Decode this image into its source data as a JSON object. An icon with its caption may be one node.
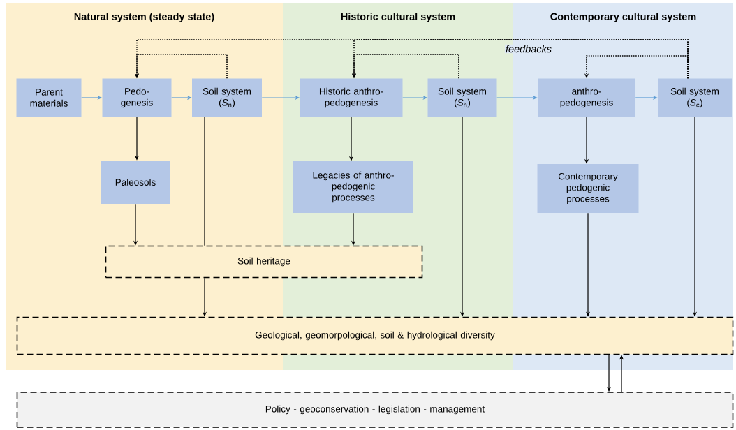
{
  "diagram": {
    "nodes": [
      {
        "text": [
          "Natural system (steady state)"
        ]
      },
      {
        "text": [
          "Parent materials"
        ],
        "in": 0
      },
      {
        "text": [
          "Pedo- genesis"
        ],
        "in": 0
      },
      {
        "text": [
          "Soil system (*S*$_{n}$)"
        ],
        "in": 0
      },
      {
        "text": [
          "Paleosols"
        ],
        "in": 0
      },
      {
        "text": [
          "Historic cultural system"
        ]
      },
      {
        "text": [
          "Historic anthro- pedogenesis"
        ],
        "in": 5
      },
      {
        "text": [
          "Soil system (*S*$_{h}$)"
        ],
        "in": 5
      },
      {
        "text": [
          "Legacies of anthro- pedogenic processes"
        ],
        "in": 5
      },
      {
        "text": [
          "Contemporary cultural system"
        ]
      },
      {
        "text": [
          "anthro- pedogenesis"
        ],
        "in": 9
      },
      {
        "text": [
          "Soil system (*S*$_{c}$)"
        ],
        "in": 9
      },
      {
        "text": [
          "Contemporary pedogenic processes"
        ],
        "in": 9
      },
      {
        "text": [
          "Soil heritage"
        ]
      },
      {
        "text": [
          "Geological, geomorpological, soil & hydrological diversity"
        ]
      },
      {
        "text": [
          "Policy - geoconservation - legislation - management"
        ]
      }
    ],
    "edges": [
      {
        "from": 1,
        "to": 2,
        "arrow": "to",
        "color": "#5b9bd5"
      },
      {
        "from": 2,
        "to": 3,
        "arrow": "to",
        "color": "#5b9bd5"
      },
      {
        "from": 3,
        "to": 6,
        "arrow": "to",
        "color": "#5b9bd5"
      },
      {
        "from": 6,
        "to": 7,
        "arrow": "to",
        "color": "#5b9bd5"
      },
      {
        "from": 7,
        "to": 10,
        "arrow": "to",
        "color": "#5b9bd5"
      },
      {
        "from": 10,
        "to": 11,
        "arrow": "to",
        "color": "#5b9bd5"
      },
      {
        "from": 2,
        "to": 4,
        "arrow": "to"
      },
      {
        "from": 6,
        "to": 8,
        "arrow": "to"
      },
      {
        "from": 10,
        "to": 12,
        "arrow": "to"
      },
      {
        "from": 4,
        "to": 13,
        "arrow": "to"
      },
      {
        "from": 3,
        "to": 13,
        "arrow": "none"
      },
      {
        "from": 8,
        "to": 13,
        "arrow": "to"
      },
      {
        "from": 13,
        "to": 14,
        "arrow": "to"
      },
      {
        "from": 7,
        "to": 14,
        "arrow": "to"
      },
      {
        "from": 12,
        "to": 14,
        "arrow": "to"
      },
      {
        "from": 11,
        "to": 14,
        "arrow": "to"
      },
      {
        "from": 14,
        "to": 15,
        "arrow": "to"
      },
      {
        "from": 15,
        "to": 14,
        "arrow": "to"
      },
      {
        "from": 3,
        "to": 2,
        "arrow": "to",
        "style": "dashed"
      },
      {
        "from": 7,
        "to": 6,
        "arrow": "to",
        "style": "dashed"
      },
      {
        "from": 11,
        "to": 10,
        "arrow": "to",
        "style": "dashed"
      },
      {
        "from": 11,
        "to": 2,
        "arrow": "to",
        "style": "dashed",
        "label": "feedbacks"
      },
      {
        "from": 11,
        "to": 6,
        "arrow": "to",
        "style": "dashed"
      }
    ]
  }
}
